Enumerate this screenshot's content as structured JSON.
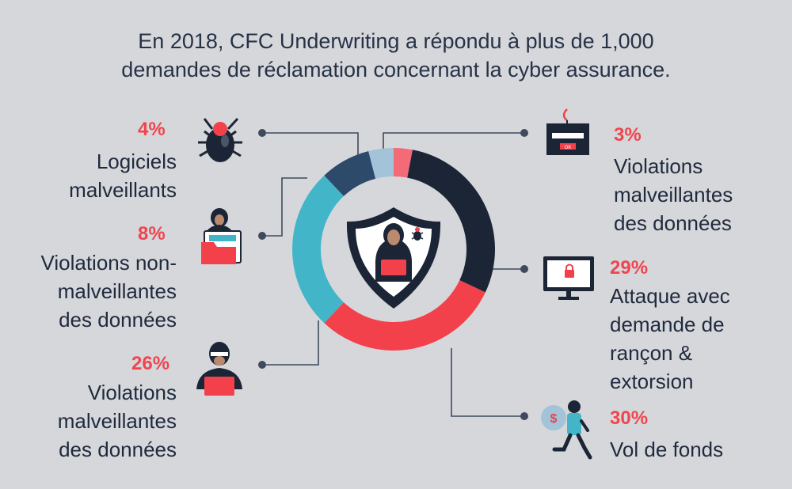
{
  "title": {
    "line1": "En 2018, CFC Underwriting a répondu à plus de 1,000",
    "line2": "demandes de réclamation concernant la cyber assurance."
  },
  "chart_data": {
    "type": "pie",
    "donut": true,
    "unit": "%",
    "slices": [
      {
        "percent_label": "3%",
        "value": 3,
        "color": "#f26b77",
        "label_lines": [
          "Violations",
          "malveillantes",
          "des données"
        ]
      },
      {
        "percent_label": "29%",
        "value": 29,
        "color": "#1c2536",
        "label_lines": [
          "Attaque avec",
          "demande de",
          "rançon &",
          "extorsion"
        ]
      },
      {
        "percent_label": "30%",
        "value": 30,
        "color": "#f3414c",
        "label_lines": [
          "Vol de fonds"
        ]
      },
      {
        "percent_label": "26%",
        "value": 26,
        "color": "#42b6c8",
        "label_lines": [
          "Violations",
          "malveillantes",
          "des données"
        ]
      },
      {
        "percent_label": "8%",
        "value": 8,
        "color": "#2d4a6b",
        "label_lines": [
          "Violations non-",
          "malveillantes",
          "des données"
        ]
      },
      {
        "percent_label": "4%",
        "value": 4,
        "color": "#a3c3d8",
        "label_lines": [
          "Logiciels",
          "malveillants"
        ]
      }
    ]
  },
  "icons": {
    "center": "hacker-shield-icon",
    "malware": "bug-icon",
    "non_malicious": "hacker-folder-icon",
    "malicious": "hacker-laptop-icon",
    "phishing": "phishing-login-icon",
    "ransomware": "ransomware-monitor-icon",
    "theft": "thief-money-bag-icon",
    "ok_text": "OK"
  },
  "colors": {
    "background": "#d6d7db",
    "accent": "#f0454f",
    "connector": "#3f4a5c"
  }
}
